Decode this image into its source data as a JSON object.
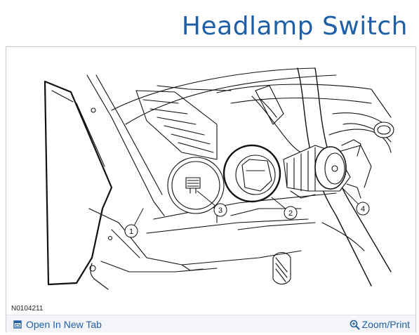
{
  "page": {
    "title": "Headlamp Switch"
  },
  "figure": {
    "id_label": "N0104211",
    "callouts": [
      "1",
      "2",
      "3",
      "4"
    ]
  },
  "footer": {
    "open_label": "Open In New Tab",
    "zoom_label": "Zoom/Print",
    "open_icon": "open-tab-icon",
    "zoom_icon": "zoom-icon"
  },
  "colors": {
    "accent": "#1f5fa6",
    "line": "#111111"
  }
}
